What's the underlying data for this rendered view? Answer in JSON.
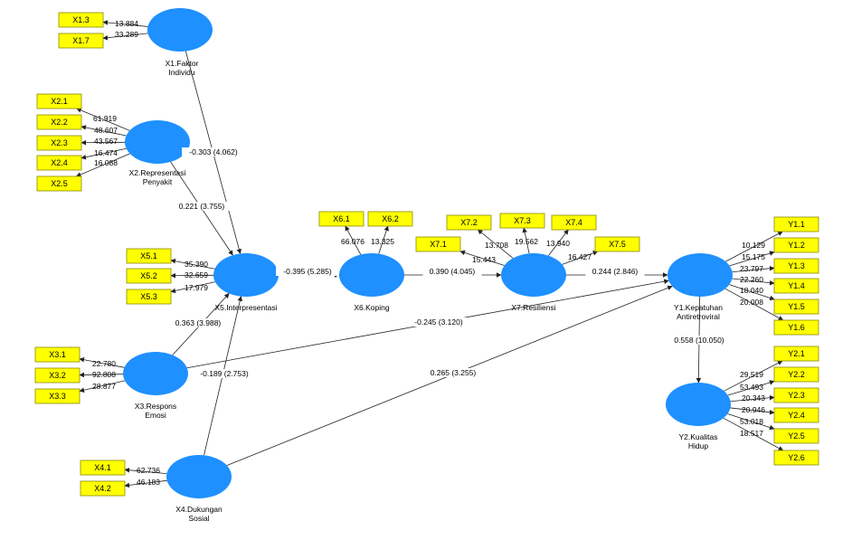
{
  "colors": {
    "construct": "#1e90ff",
    "indicator": "#ffff00",
    "line": "#222222"
  },
  "constructs": [
    {
      "id": "X1",
      "label_lines": [
        "X1.Faktor",
        "Individu"
      ]
    },
    {
      "id": "X2",
      "label_lines": [
        "X2.Representasi",
        "Penyakit"
      ]
    },
    {
      "id": "X5",
      "label_lines": [
        "X5.Interpresentasi"
      ]
    },
    {
      "id": "X3",
      "label_lines": [
        "X3.Respons",
        "Emosi"
      ]
    },
    {
      "id": "X4",
      "label_lines": [
        "X4.Dukungan",
        "Sosial"
      ]
    },
    {
      "id": "X6",
      "label_lines": [
        "X6.Koping"
      ]
    },
    {
      "id": "X7",
      "label_lines": [
        "X7.Resiliensi"
      ]
    },
    {
      "id": "Y1",
      "label_lines": [
        "Y1.Kepatuhan",
        "Antiretroviral"
      ]
    },
    {
      "id": "Y2",
      "label_lines": [
        "Y2.Kualitas",
        "Hidup"
      ]
    }
  ],
  "indicators": [
    {
      "label": "X1.3",
      "construct": "X1",
      "weight": "13.884"
    },
    {
      "label": "X1.7",
      "construct": "X1",
      "weight": "33.289"
    },
    {
      "label": "X2.1",
      "construct": "X2",
      "weight": "61.919"
    },
    {
      "label": "X2.2",
      "construct": "X2",
      "weight": "48.607"
    },
    {
      "label": "X2.3",
      "construct": "X2",
      "weight": "43.567"
    },
    {
      "label": "X2.4",
      "construct": "X2",
      "weight": "16.474"
    },
    {
      "label": "X2.5",
      "construct": "X2",
      "weight": "16.088"
    },
    {
      "label": "X5.1",
      "construct": "X5",
      "weight": "35.390"
    },
    {
      "label": "X5.2",
      "construct": "X5",
      "weight": "32.659"
    },
    {
      "label": "X5.3",
      "construct": "X5",
      "weight": "17.979"
    },
    {
      "label": "X3.1",
      "construct": "X3",
      "weight": "22.780"
    },
    {
      "label": "X3.2",
      "construct": "X3",
      "weight": "92.808"
    },
    {
      "label": "X3.3",
      "construct": "X3",
      "weight": "28.877"
    },
    {
      "label": "X4.1",
      "construct": "X4",
      "weight": "62.736"
    },
    {
      "label": "X4.2",
      "construct": "X4",
      "weight": "46.183"
    },
    {
      "label": "X6.1",
      "construct": "X6",
      "weight": "66.076"
    },
    {
      "label": "X6.2",
      "construct": "X6",
      "weight": "13.325"
    },
    {
      "label": "X7.1",
      "construct": "X7",
      "weight": "15.443"
    },
    {
      "label": "X7.2",
      "construct": "X7",
      "weight": "13.708"
    },
    {
      "label": "X7.3",
      "construct": "X7",
      "weight": "19.562"
    },
    {
      "label": "X7.4",
      "construct": "X7",
      "weight": "13.940"
    },
    {
      "label": "X7.5",
      "construct": "X7",
      "weight": "16.427"
    },
    {
      "label": "Y1.1",
      "construct": "Y1",
      "weight": "10.129"
    },
    {
      "label": "Y1.2",
      "construct": "Y1",
      "weight": "15.175"
    },
    {
      "label": "Y1.3",
      "construct": "Y1",
      "weight": "23.797"
    },
    {
      "label": "Y1.4",
      "construct": "Y1",
      "weight": "22.260"
    },
    {
      "label": "Y1.5",
      "construct": "Y1",
      "weight": "18.040"
    },
    {
      "label": "Y1.6",
      "construct": "Y1",
      "weight": "20.008"
    },
    {
      "label": "Y2.1",
      "construct": "Y2",
      "weight": "29.519"
    },
    {
      "label": "Y2.2",
      "construct": "Y2",
      "weight": "53.493"
    },
    {
      "label": "Y2.3",
      "construct": "Y2",
      "weight": "20.343"
    },
    {
      "label": "Y2.4",
      "construct": "Y2",
      "weight": "20.946"
    },
    {
      "label": "Y2.5",
      "construct": "Y2",
      "weight": "53.018"
    },
    {
      "label": "Y2.6",
      "construct": "Y2",
      "weight": "18.517"
    }
  ],
  "paths": [
    {
      "from": "X1",
      "to": "X5",
      "label": "-0.303 (4.062)"
    },
    {
      "from": "X2",
      "to": "X5",
      "label": "0.221 (3.755)"
    },
    {
      "from": "X3",
      "to": "X5",
      "label": "0.363 (3.988)"
    },
    {
      "from": "X4",
      "to": "X5",
      "label": "-0.189 (2.753)"
    },
    {
      "from": "X5",
      "to": "X6",
      "label": "-0.395 (5.285)"
    },
    {
      "from": "X6",
      "to": "X7",
      "label": "0.390 (4.045)"
    },
    {
      "from": "X7",
      "to": "Y1",
      "label": "0.244 (2.846)"
    },
    {
      "from": "X3",
      "to": "Y1",
      "label": "-0.245 (3.120)"
    },
    {
      "from": "X4",
      "to": "Y1",
      "label": "0.265 (3.255)"
    },
    {
      "from": "Y1",
      "to": "Y2",
      "label": "0.558 (10.050)"
    }
  ]
}
